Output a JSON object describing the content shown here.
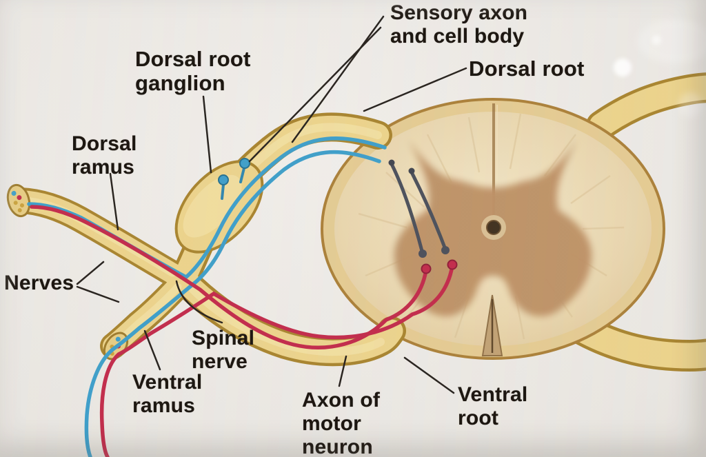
{
  "figure": {
    "title": "Spinal nerve and spinal cord cross-section diagram",
    "labels": {
      "sensory_axon_cell_body": "Sensory axon\nand cell body",
      "dorsal_root": "Dorsal root",
      "dorsal_root_ganglion": "Dorsal root\nganglion",
      "dorsal_ramus": "Dorsal\nramus",
      "nerves": "Nerves",
      "spinal_nerve": "Spinal\nnerve",
      "ventral_ramus": "Ventral\nramus",
      "axon_of_motor_neuron": "Axon of\nmotor\nneuron",
      "ventral_root": "Ventral\nroot"
    },
    "colors": {
      "background": "#eae7e2",
      "nerve_yellow": "#ecd38b",
      "nerve_outline": "#a8842e",
      "nerve_highlight": "#f6e8b0",
      "white_matter": "#ecdcba",
      "gray_matter": "#bd9165",
      "sensory_blue": "#3d9ec9",
      "motor_red": "#c22a4a",
      "terminal_gray": "#4b4f5a",
      "leader_line": "#26211c",
      "label_text": "#18120c"
    }
  }
}
